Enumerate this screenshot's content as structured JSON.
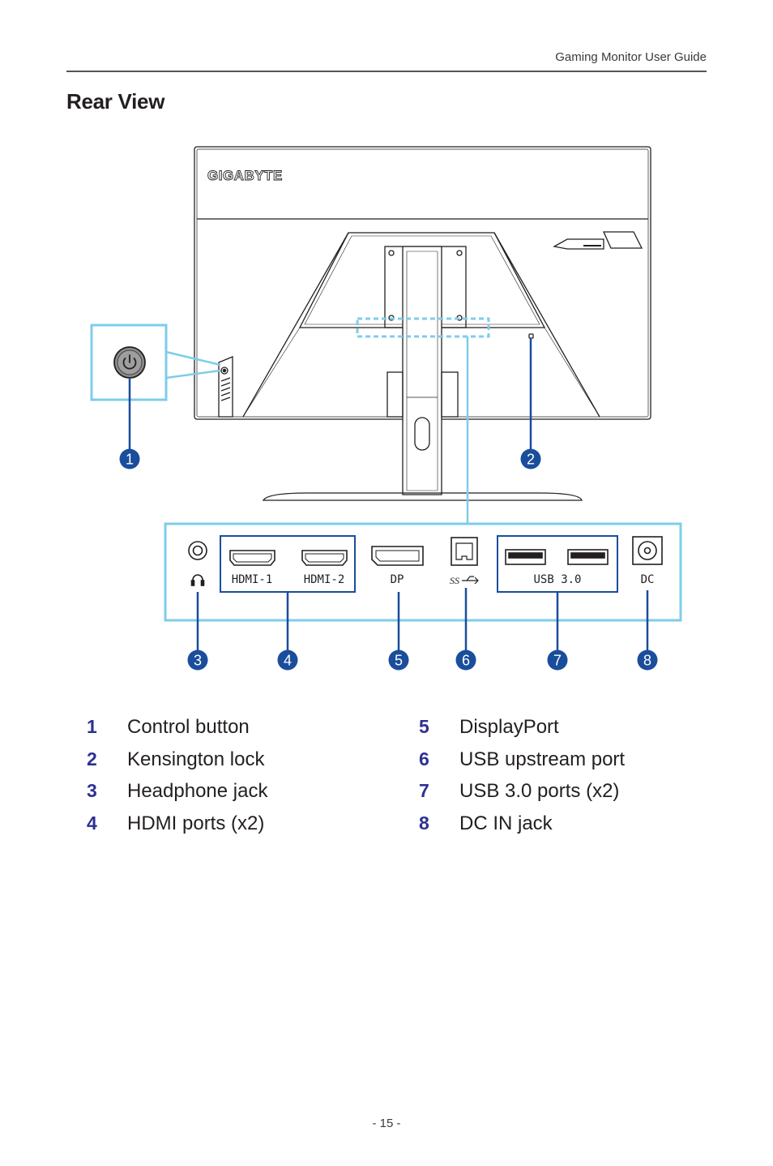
{
  "header": {
    "running_title": "Gaming Monitor User Guide"
  },
  "section": {
    "title": "Rear View"
  },
  "figure": {
    "brand_logo": "GIGABYTE",
    "port_labels": {
      "hdmi1": "HDMI-1",
      "hdmi2": "HDMI-2",
      "dp": "DP",
      "usb30": "USB 3.0",
      "dc": "DC",
      "usb_symbol": "SS"
    },
    "callouts": [
      "1",
      "2",
      "3",
      "4",
      "5",
      "6",
      "7",
      "8"
    ],
    "icons": [
      "power-icon",
      "headphone-icon",
      "usb-superspeed-icon"
    ],
    "colors": {
      "callout_fill": "#1a4d9c",
      "highlight": "#7ecdea"
    }
  },
  "legend": {
    "left": [
      {
        "num": "1",
        "text": "Control button"
      },
      {
        "num": "2",
        "text": "Kensington lock"
      },
      {
        "num": "3",
        "text": "Headphone jack"
      },
      {
        "num": "4",
        "text": "HDMI ports (x2)"
      }
    ],
    "right": [
      {
        "num": "5",
        "text": "DisplayPort"
      },
      {
        "num": "6",
        "text": "USB upstream port"
      },
      {
        "num": "7",
        "text": "USB 3.0 ports (x2)"
      },
      {
        "num": "8",
        "text": "DC IN jack"
      }
    ]
  },
  "footer": {
    "page_number": "- 15 -"
  }
}
